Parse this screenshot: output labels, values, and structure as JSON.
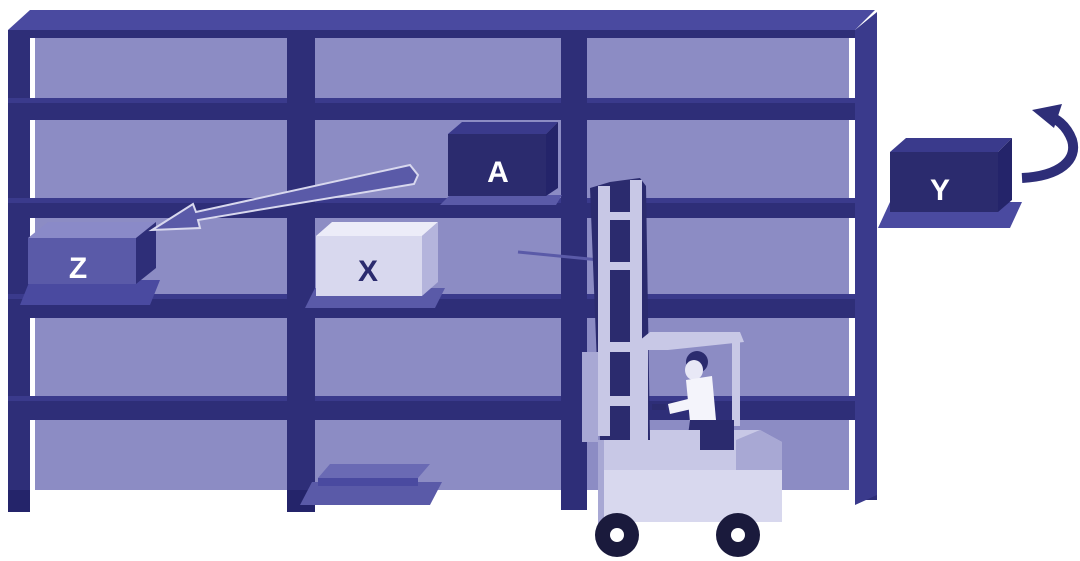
{
  "boxes": {
    "a": {
      "label": "A"
    },
    "x": {
      "label": "X"
    },
    "y": {
      "label": "Y"
    },
    "z": {
      "label": "Z"
    }
  },
  "colors": {
    "frame_dark": "#2e2e78",
    "frame_mid": "#3a3a8c",
    "shelf_back": "#8c8cc4",
    "box_dark": "#2b2b6e",
    "box_light": "#d8d8ee",
    "arrow": "#5a5aa8",
    "forklift_light": "#c8c8e6",
    "wheel": "#1a1a3c"
  },
  "icons": [
    "storage-rack",
    "forklift",
    "move-arrow",
    "rotate-arrow-icon"
  ]
}
